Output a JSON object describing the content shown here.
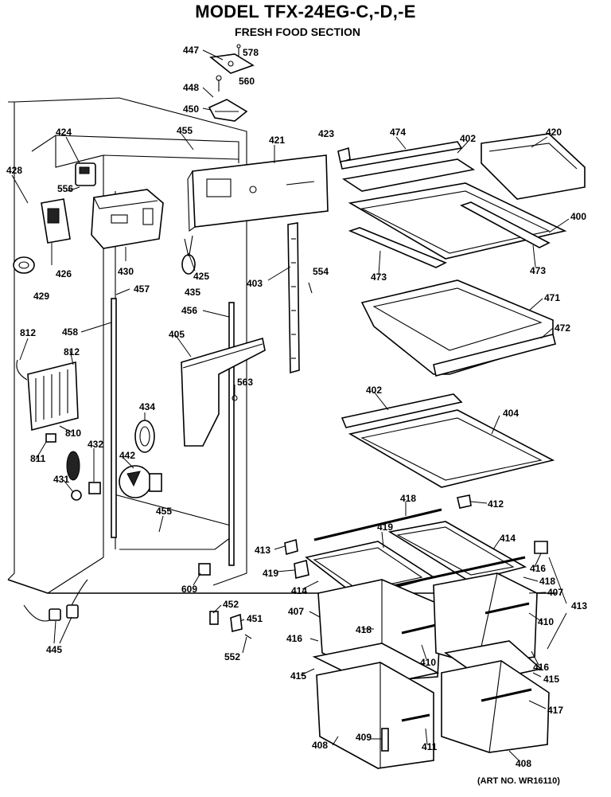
{
  "header": {
    "title": "MODEL TFX-24EG-C,-D,-E",
    "subtitle": "FRESH FOOD SECTION"
  },
  "footer": {
    "art_no": "(ART NO. WR16110)"
  },
  "labels": {
    "l447": "447",
    "l578": "578",
    "l448": "448",
    "l560": "560",
    "l450": "450",
    "l424": "424",
    "l428": "428",
    "l556": "556",
    "l426": "426",
    "l429": "429",
    "l455a": "455",
    "l421": "421",
    "l423": "423",
    "l474": "474",
    "l402a": "402",
    "l420": "420",
    "l400": "400",
    "l473a": "473",
    "l473b": "473",
    "l430": "430",
    "l425": "425",
    "l435": "435",
    "l457": "457",
    "l403": "403",
    "l554": "554",
    "l456": "456",
    "l471": "471",
    "l472": "472",
    "l458": "458",
    "l812a": "812",
    "l812b": "812",
    "l405": "405",
    "l563": "563",
    "l810": "810",
    "l811": "811",
    "l434": "434",
    "l432": "432",
    "l442": "442",
    "l431": "431",
    "l402b": "402",
    "l404": "404",
    "l418a": "418",
    "l412": "412",
    "l455b": "455",
    "l419a": "419",
    "l414a": "414",
    "l413a": "413",
    "l419b": "419",
    "l414b": "414",
    "l416a": "416",
    "l418b": "418",
    "l407a": "407",
    "l609": "609",
    "l452": "452",
    "l451": "451",
    "l552": "552",
    "l407b": "407",
    "l410a": "410",
    "l413b": "413",
    "l418c": "418",
    "l416b": "416",
    "l410b": "410",
    "l416c": "416",
    "l445": "445",
    "l415a": "415",
    "l415b": "415",
    "l417": "417",
    "l408a": "408",
    "l409": "409",
    "l411": "411",
    "l408b": "408"
  }
}
